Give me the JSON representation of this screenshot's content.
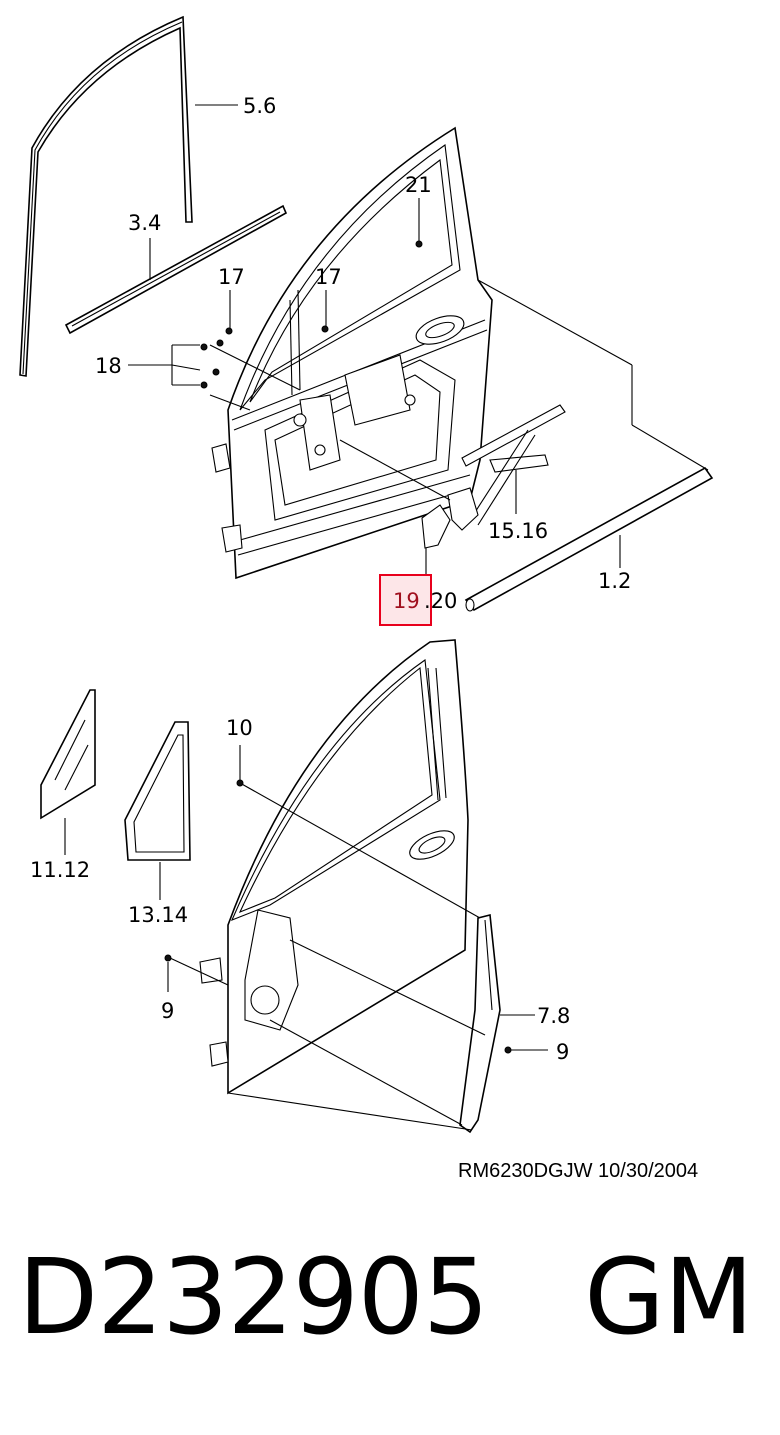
{
  "callouts": {
    "c_5_6": "5.6",
    "c_3_4": "3.4",
    "c_21": "21",
    "c_17_a": "17",
    "c_17_b": "17",
    "c_18": "18",
    "c_15_16": "15.16",
    "c_1_2": "1.2",
    "c_19_20_a": "19",
    "c_19_20_b": ".20",
    "c_10": "10",
    "c_11_12": "11.12",
    "c_13_14": "13.14",
    "c_9_a": "9",
    "c_9_b": "9",
    "c_7_8": "7.8"
  },
  "stamp": "RM6230DGJW  10/30/2004",
  "part_number": "D232905",
  "brand": "GM",
  "colors": {
    "highlight_border": "#e8001c",
    "highlight_fill": "#fde6e8",
    "line": "#000000",
    "background": "#ffffff"
  }
}
